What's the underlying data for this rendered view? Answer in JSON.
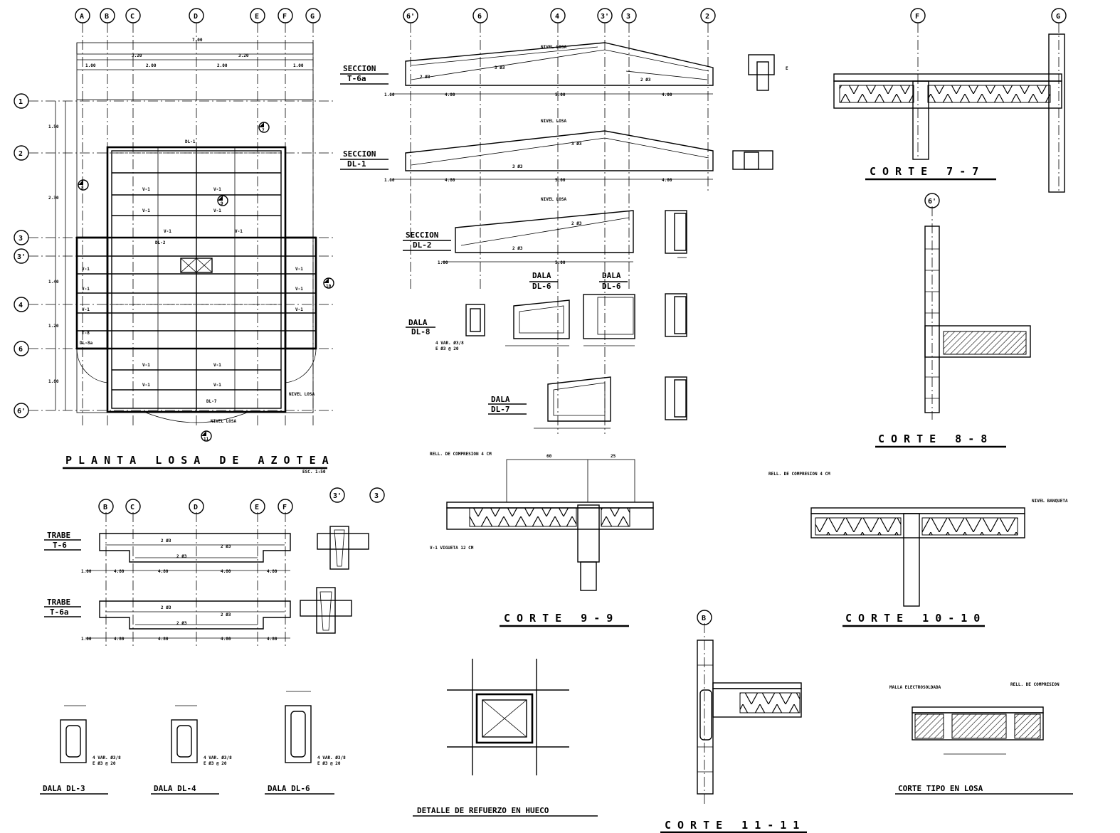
{
  "titles": {
    "planta": "PLANTA LOSA DE AZOTEA",
    "corte77": "CORTE 7-7",
    "corte88": "CORTE 8-8",
    "corte99": "CORTE 9-9",
    "corte1010": "CORTE 10-10",
    "corte1111": "CORTE 11-11",
    "corte_tipo": "CORTE TIPO EN LOSA",
    "detalle": "DETALLE DE REFUERZO EN HUECO",
    "dala3": "DALA DL-3",
    "dala4": "DALA DL-4",
    "dala6": "DALA DL-6"
  },
  "section_labels": {
    "seccion_t6a": [
      "SECCION",
      "T-6a"
    ],
    "seccion_dl1": [
      "SECCION",
      "DL-1"
    ],
    "seccion_dl2": [
      "SECCION",
      "DL-2"
    ],
    "dala_dl8": [
      "DALA",
      "DL-8"
    ],
    "dala_dl6a": [
      "DALA",
      "DL-6"
    ],
    "dala_dl6b": [
      "DALA",
      "DL-6"
    ],
    "dala_dl7": [
      "DALA",
      "DL-7"
    ],
    "trabe_t6": [
      "TRABE",
      "T-6"
    ],
    "trabe_t6a": [
      "TRABE",
      "T-6a"
    ]
  },
  "grid_bubbles": {
    "plan_top": [
      "A",
      "B",
      "C",
      "D",
      "E",
      "F",
      "G"
    ],
    "plan_left": [
      "1",
      "2",
      "3",
      "3'",
      "4",
      "6",
      "6'"
    ],
    "sections_top": [
      "6'",
      "6",
      "4",
      "3'",
      "3",
      "2"
    ],
    "corte77_top": [
      "F",
      "G"
    ],
    "corte88_top": [
      "6'"
    ],
    "trabe_top": [
      "B",
      "C",
      "D",
      "E",
      "F"
    ],
    "trabe_right": [
      "3'",
      "3"
    ],
    "corte1111_top": [
      "B"
    ]
  },
  "section_marks": [
    "7",
    "8",
    "9",
    "10",
    "11"
  ]
}
